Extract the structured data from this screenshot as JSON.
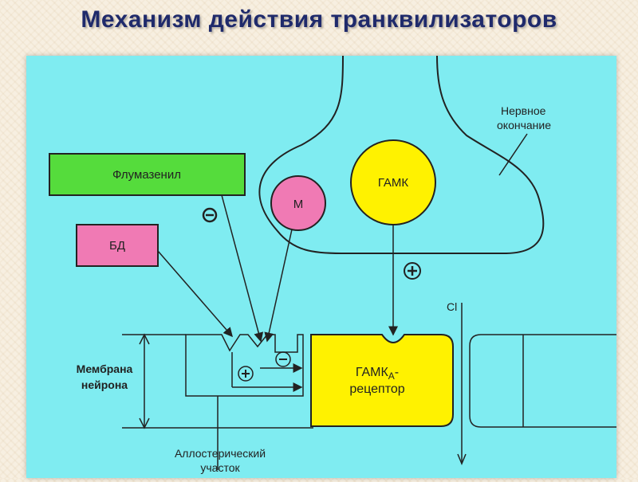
{
  "slide": {
    "title": "Механизм действия транквилизаторов"
  },
  "diagram": {
    "nerve_ending": [
      "Нервное",
      "окончание"
    ],
    "flumazenil": "Флумазенил",
    "bd": "БД",
    "m": "М",
    "gaba": "ГАМК",
    "minus_sign": "−",
    "plus_sign": "+",
    "cl_ion": "Cl",
    "membrane": [
      "Мембрана",
      "нейрона"
    ],
    "receptor_line1_main": "ГАМК",
    "receptor_line1_sub": "А",
    "receptor_line1_suffix": "-",
    "receptor_line2": "рецептор",
    "allosteric": [
      "Аллостерический",
      "участок"
    ],
    "colors": {
      "background": "#7fecf1",
      "flumazenil": "#55dc3c",
      "bd": "#f07ab4",
      "m": "#f07ab4",
      "gaba": "#fff200",
      "receptor": "#fff200"
    }
  }
}
